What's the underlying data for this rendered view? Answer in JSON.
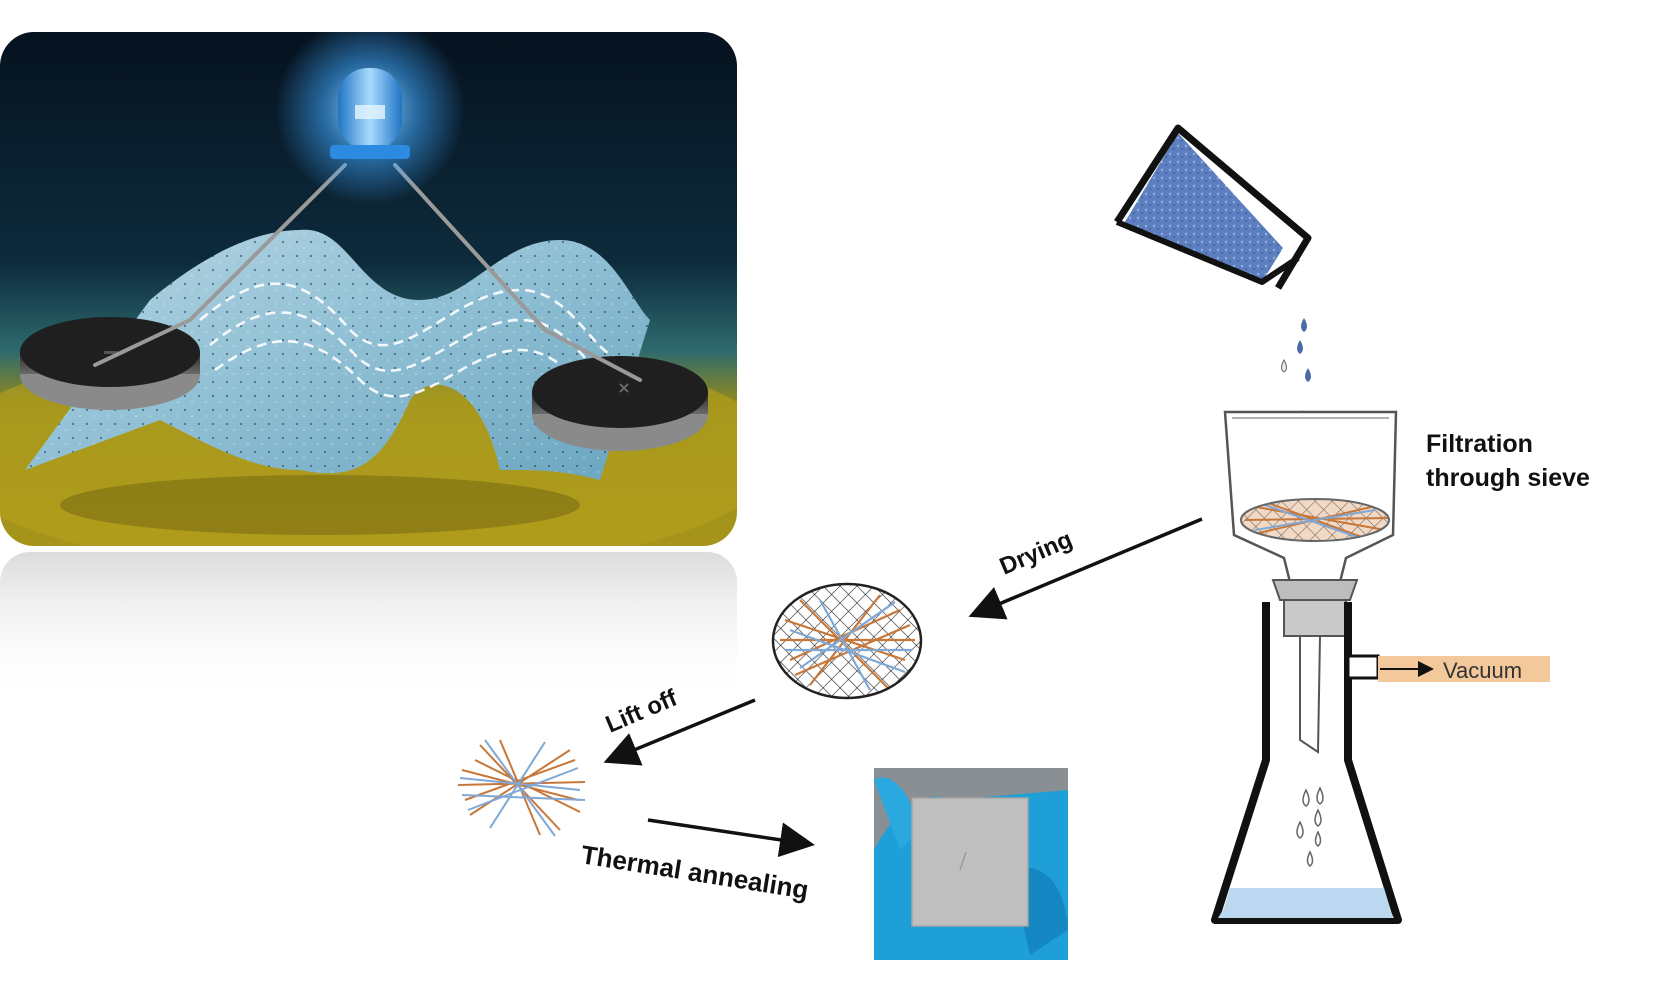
{
  "labels": {
    "filtration_line1": "Filtration",
    "filtration_line2": "through sieve",
    "vacuum": "Vacuum",
    "drying": "Drying",
    "lift_off": "Lift off",
    "thermal_annealing": "Thermal annealing"
  },
  "colors": {
    "fiber_orange": "#c8773a",
    "fiber_blue": "#7fa8d6",
    "liquid_blue": "#5d7fbf",
    "vacuum_tube": "#f3c89a",
    "glove_blue": "#1f9fd8",
    "scene_dark": "#0b1a2a",
    "scene_floor": "#9b8d1a",
    "membrane": "#9cc4d8",
    "led_glow": "#3fa9ff"
  },
  "icons": {
    "beaker": "pouring-beaker-icon",
    "funnel": "buchner-funnel-icon",
    "flask": "vacuum-flask-icon",
    "led": "led-icon",
    "battery": "coin-cell-battery-icon",
    "membrane": "fiber-membrane-icon",
    "glove": "gloved-hand-photo"
  }
}
